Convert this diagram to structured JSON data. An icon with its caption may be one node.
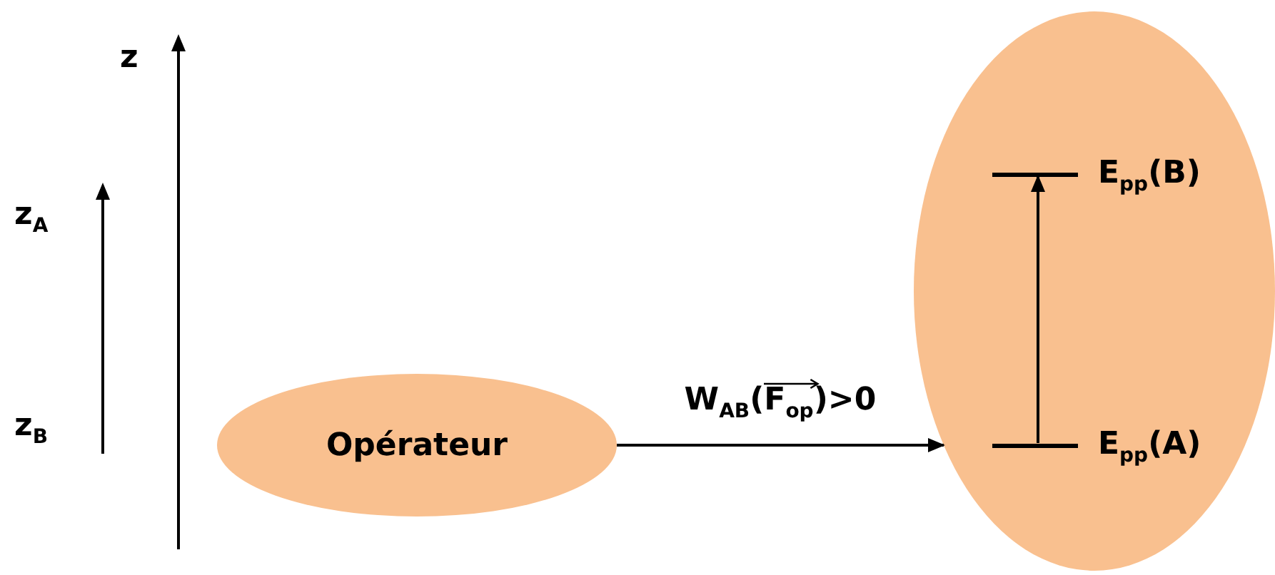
{
  "diagram": {
    "nodes": [
      {
        "text": [
          "Opérateur"
        ]
      },
      {
        "text": [],
        "shape": "circle"
      },
      {
        "text": [],
        "shape": "bar",
        "in": 1,
        "beside": [
          "E$_{pp}$(B)"
        ]
      },
      {
        "text": [],
        "shape": "bar",
        "in": 1,
        "beside": [
          "E$_{pp}$(A)"
        ]
      }
    ],
    "edges": [
      {
        "from": 0,
        "to": 1,
        "arrow": "to",
        "label": "W$_{AB}$(F$_{op}$)>0"
      },
      {
        "from": 3,
        "to": 2,
        "arrow": "to"
      }
    ],
    "labels": [
      "z",
      "z$_{A}$",
      "z$_{B}$"
    ]
  }
}
